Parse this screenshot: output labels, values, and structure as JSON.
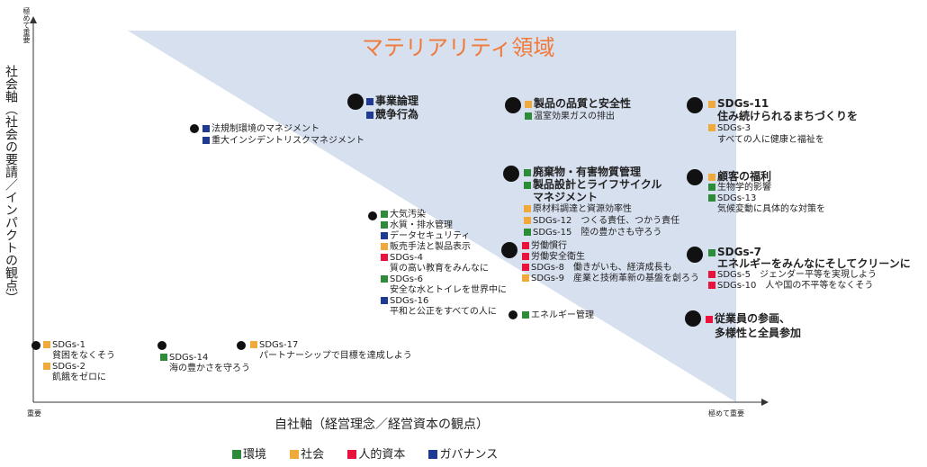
{
  "region_label": "マテリアリティ領域",
  "axes": {
    "y_title": "社会軸（社会の要請／インパクトの観点）",
    "y_top": "極めて重要",
    "x_title": "自社軸（経営理念／経営資本の観点）",
    "x_left": "重要",
    "x_right": "極めて重要"
  },
  "colors": {
    "environment": "#2e8b3a",
    "society": "#f0a93b",
    "human": "#e8123c",
    "governance": "#1f3a93",
    "region": "#d7e0ef"
  },
  "legend": [
    {
      "color": "environment",
      "label": "環境"
    },
    {
      "color": "society",
      "label": "社会"
    },
    {
      "color": "human",
      "label": "人的資本"
    },
    {
      "color": "governance",
      "label": "ガバナンス"
    }
  ],
  "clusters": [
    {
      "id": "governance-top",
      "lines": [
        {
          "color": "governance",
          "text": "事業論理",
          "bold": true
        },
        {
          "color": "governance",
          "text": "競争行為",
          "bold": true
        }
      ]
    },
    {
      "id": "quality",
      "lines": [
        {
          "color": "society",
          "text": "製品の品質と安全性",
          "bold": true
        },
        {
          "color": "environment",
          "text": "温室効果ガスの排出"
        }
      ]
    },
    {
      "id": "community",
      "lines": [
        {
          "color": "society",
          "text": "SDGs-11",
          "bold": true
        },
        {
          "color": null,
          "text": "住み続けられるまちづくりを",
          "bold": true
        },
        {
          "color": "society",
          "text": "SDGs-3"
        },
        {
          "color": null,
          "text": "すべての人に健康と福祉を"
        }
      ]
    },
    {
      "id": "regulation",
      "lines": [
        {
          "color": "governance",
          "text": "法規制環境のマネジメント"
        },
        {
          "color": "governance",
          "text": "重大インシデントリスクマネジメント"
        }
      ]
    },
    {
      "id": "waste",
      "lines": [
        {
          "color": "environment",
          "text": "廃棄物・有害物質管理",
          "bold": true
        },
        {
          "color": "environment",
          "text": "製品設計とライフサイクル",
          "bold": true
        },
        {
          "color": null,
          "text": "マネジメント",
          "bold": true
        },
        {
          "color": "society",
          "text": "原材料調達と資源効率性"
        },
        {
          "color": "society",
          "text": "SDGs-12　つくる責任、つかう責任"
        },
        {
          "color": "environment",
          "text": "SDGs-15　陸の豊かさも守ろう"
        }
      ]
    },
    {
      "id": "customer",
      "lines": [
        {
          "color": "society",
          "text": "顧客の福利",
          "bold": true
        },
        {
          "color": "environment",
          "text": "生物学的影響"
        },
        {
          "color": "environment",
          "text": "SDGs-13"
        },
        {
          "color": null,
          "text": "気候変動に具体的な対策を"
        }
      ]
    },
    {
      "id": "air",
      "lines": [
        {
          "color": "environment",
          "text": "大気汚染"
        },
        {
          "color": "environment",
          "text": "水質・排水管理"
        },
        {
          "color": "governance",
          "text": "データセキュリティ"
        },
        {
          "color": "society",
          "text": "販売手法と製品表示"
        },
        {
          "color": "human",
          "text": "SDGs-4"
        },
        {
          "color": null,
          "text": "質の高い教育をみんなに"
        },
        {
          "color": "environment",
          "text": "SDGs-6"
        },
        {
          "color": null,
          "text": "安全な水とトイレを世界中に"
        },
        {
          "color": "governance",
          "text": "SDGs-16"
        },
        {
          "color": null,
          "text": "平和と公正をすべての人に"
        }
      ]
    },
    {
      "id": "labor",
      "lines": [
        {
          "color": "human",
          "text": "労働慣行"
        },
        {
          "color": "human",
          "text": "労働安全衛生"
        },
        {
          "color": "human",
          "text": "SDGs-8　働きがいも、経済成長も"
        },
        {
          "color": "society",
          "text": "SDGs-9　産業と技術革新の基盤を創ろう"
        }
      ]
    },
    {
      "id": "energy-sdg7",
      "lines": [
        {
          "color": "environment",
          "text": "SDGs-7",
          "bold": true
        },
        {
          "color": null,
          "text": "エネルギーをみんなにそしてクリーンに",
          "bold": true
        },
        {
          "color": "human",
          "text": "SDGs-5　ジェンダー平等を実現しよう"
        },
        {
          "color": "human",
          "text": "SDGs-10　人や国の不平等をなくそう"
        }
      ]
    },
    {
      "id": "energy-mgmt",
      "lines": [
        {
          "color": "environment",
          "text": "エネルギー管理"
        }
      ]
    },
    {
      "id": "employee",
      "lines": [
        {
          "color": "human",
          "text": "従業員の参画、",
          "bold": true
        },
        {
          "color": null,
          "text": "多様性と全員参加",
          "bold": true
        }
      ]
    },
    {
      "id": "sdg1-2",
      "lines": [
        {
          "color": "society",
          "text": "SDGs-1"
        },
        {
          "color": null,
          "text": "貧困をなくそう"
        },
        {
          "color": "society",
          "text": "SDGs-2"
        },
        {
          "color": null,
          "text": "飢餓をゼロに"
        }
      ]
    },
    {
      "id": "sdg14",
      "lines": [
        {
          "color": "environment",
          "text": "SDGs-14"
        },
        {
          "color": null,
          "text": "海の豊かさを守ろう"
        }
      ]
    },
    {
      "id": "sdg17",
      "lines": [
        {
          "color": "society",
          "text": "SDGs-17"
        },
        {
          "color": null,
          "text": "パートナーシップで目標を達成しよう"
        }
      ]
    }
  ]
}
